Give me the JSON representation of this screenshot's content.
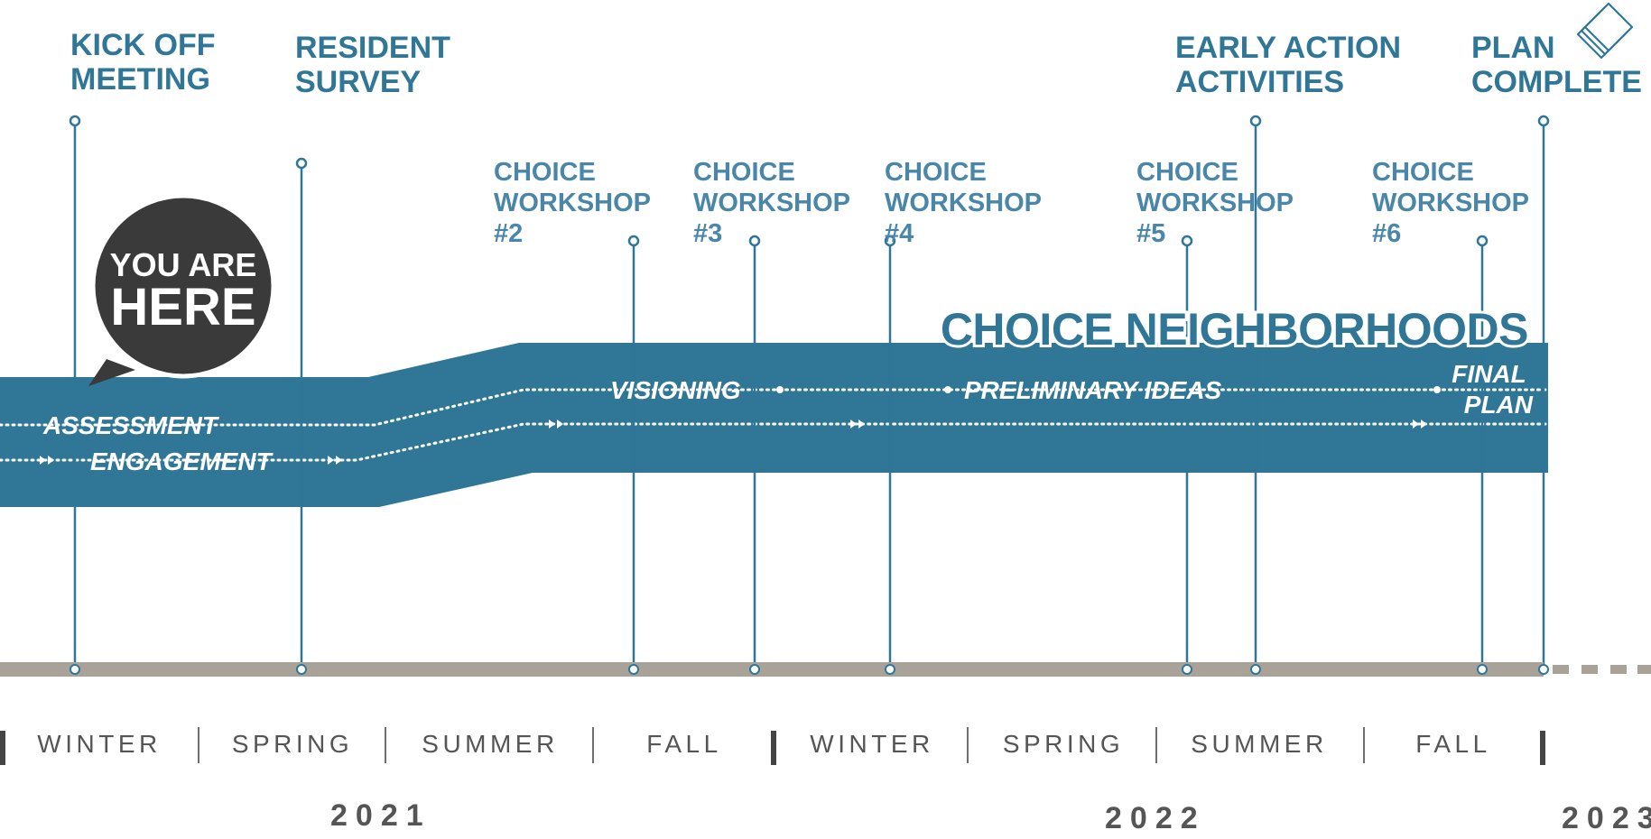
{
  "colors": {
    "band": "#2f7697",
    "milestone_label": "#2f7697",
    "workshop_label": "#4a86a8",
    "base_bar": "#a9a298",
    "bubble": "#3a3a3a",
    "season_text": "#555555"
  },
  "callout": {
    "line1": "YOU ARE",
    "line2": "HERE"
  },
  "title": "CHOICE NEIGHBORHOODS",
  "milestones": [
    {
      "id": "kickoff",
      "lines": [
        "KICK OFF",
        "MEETING"
      ]
    },
    {
      "id": "survey",
      "lines": [
        "RESIDENT",
        "SURVEY"
      ]
    },
    {
      "id": "early-action",
      "lines": [
        "EARLY ACTION",
        "ACTIVITIES"
      ]
    },
    {
      "id": "plan-complete",
      "lines": [
        "PLAN",
        "COMPLETE"
      ]
    }
  ],
  "workshops": [
    {
      "id": "2",
      "lines": [
        "CHOICE",
        "WORKSHOP",
        "#2"
      ]
    },
    {
      "id": "3",
      "lines": [
        "CHOICE",
        "WORKSHOP",
        "#3"
      ]
    },
    {
      "id": "4",
      "lines": [
        "CHOICE",
        "WORKSHOP",
        "#4"
      ]
    },
    {
      "id": "5",
      "lines": [
        "CHOICE",
        "WORKSHOP",
        "#5"
      ]
    },
    {
      "id": "6",
      "lines": [
        "CHOICE",
        "WORKSHOP",
        "#6"
      ]
    }
  ],
  "phases": {
    "assessment": "ASSESSMENT",
    "engagement": "ENGAGEMENT",
    "visioning": "VISIONING",
    "preliminary": "PRELIMINARY IDEAS",
    "final_line1": "FINAL",
    "final_line2": "PLAN"
  },
  "seasons": [
    "WINTER",
    "SPRING",
    "SUMMER",
    "FALL",
    "WINTER",
    "SPRING",
    "SUMMER",
    "FALL"
  ],
  "years": [
    "2021",
    "2022",
    "2023"
  ],
  "icons": {
    "plan_complete": "stacked-diamond-icon",
    "progress_arrow": "double-chevron-right-icon"
  }
}
